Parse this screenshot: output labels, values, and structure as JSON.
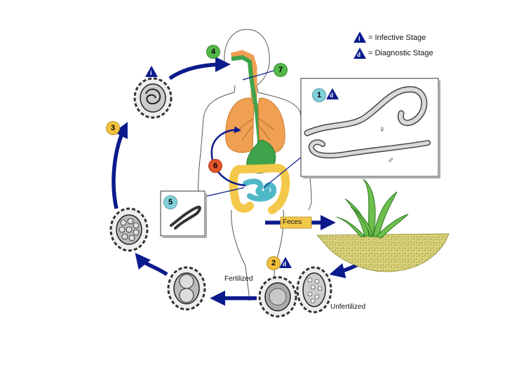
{
  "legend": {
    "infective": {
      "letter": "i",
      "text": "= Infective Stage"
    },
    "diagnostic": {
      "letter": "d",
      "text": "= Diagnostic Stage"
    }
  },
  "stages": [
    {
      "number": "1",
      "color": "#7fd0d8",
      "marker": "d"
    },
    {
      "number": "2",
      "color": "#f2c13d",
      "marker": "d"
    },
    {
      "number": "3",
      "color": "#f2c13d",
      "marker": ""
    },
    {
      "number": "4",
      "color": "#52b848",
      "marker": ""
    },
    {
      "number": "5",
      "color": "#7fd0d8",
      "marker": ""
    },
    {
      "number": "6",
      "color": "#e2542a",
      "marker": ""
    },
    {
      "number": "7",
      "color": "#52b848",
      "marker": ""
    }
  ],
  "infective_marker": "i",
  "labels": {
    "feces": "Feces",
    "fertilized": "Fertilized",
    "unfertilized": "Unfertilized"
  },
  "symbols": {
    "female": "♀",
    "male": "♂"
  },
  "colors": {
    "arrow": "#0b1a8c",
    "lungs": "#f0a052",
    "intestine_yellow": "#f4c84a",
    "intestine_blue": "#4fb8c6",
    "stomach_green": "#3ea34a",
    "soil": "#d8d07a",
    "plant": "#6fbf4f"
  }
}
